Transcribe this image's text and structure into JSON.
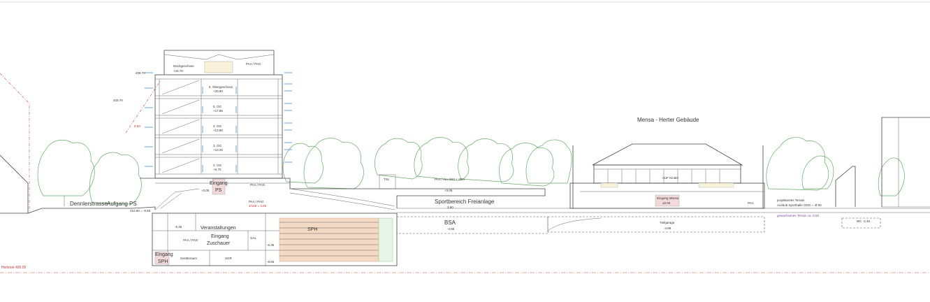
{
  "colors": {
    "line": "#444444",
    "tree": "#6aa86a",
    "red_accent": "#cc4444",
    "blue_accent": "#4a90d0",
    "floor_fill": "#f3d9c4",
    "grass": "#8fc98f"
  },
  "levels": {
    "top_left_1": "408.70",
    "top_left_2": "432.70",
    "red_mark": "5.50",
    "ground": "410.50 = -9.55"
  },
  "tower": {
    "dachgeschoss": "Dachgeschoss",
    "dach_level": "+24.70",
    "dach_paa": "PAA / PAG",
    "og6": "6. Obergeschoss",
    "og6_level": "+20.80",
    "og5": "5. OG",
    "og5_level": "+17.85",
    "og4": "4. OG",
    "og4_level": "+13.80",
    "og3": "3. OG",
    "og3_level": "+10.25",
    "og2": "2. OG",
    "og2_level": "+6.70"
  },
  "labels": {
    "dennlerstrasse": "Dennlerstrasse",
    "aufgang_ps": "Aufgang PS",
    "eingang_ps_1": "Eingang",
    "eingang_ps_2": "PS",
    "paa_pag_1": "PAA / PAG",
    "paa_pag_2": "PAA / PAG",
    "level_ps": "+3.05",
    "level_ps2": "4/155 = 3.65",
    "tsl": "TSL",
    "paa_all": "PAA / ALL  Wirt + 20m",
    "level_sport": "+3.05",
    "sportbereich": "Sportbereich Freianlage",
    "sport_level": "3.60",
    "bsa": "BSA",
    "bsa_level": "-4.85",
    "veranstaltungen": "Veranstaltungen",
    "eingang_zuschauer_1": "Eingang",
    "eingang_zuschauer_2": "Zuschauer",
    "paa_pag_3": "PAA / PAG",
    "gal": "GAL",
    "level_m635": "-6.35",
    "level_545": "-5.45",
    "sph": "SPH",
    "eingang_sph_1": "Eingang",
    "eingang_sph_2": "SPH",
    "geraeteraum": "Geräteraum",
    "sgr": "SGR",
    "level_m865": "-8.65",
    "horizont": "Horizont  400.00",
    "mensa_title": "Mensa - Herter Gebäude",
    "auf_kinder": "AUF  Kinder",
    "eingang_mensa": "Eingang Mensa",
    "mensa_level": "±0.00",
    "paa_mensa": "PAA",
    "tiefgarage": "Tiefgarage",
    "tiefgarage_level": "-4.69",
    "wc": "WC -2.45",
    "proj_terrain_1": "projektiertes Terrain",
    "proj_terrain_2": "Ausbub Sporthalle    OGG = 4f.00",
    "gewachsenes": "gewachsenes Terrain ca -0.50"
  }
}
